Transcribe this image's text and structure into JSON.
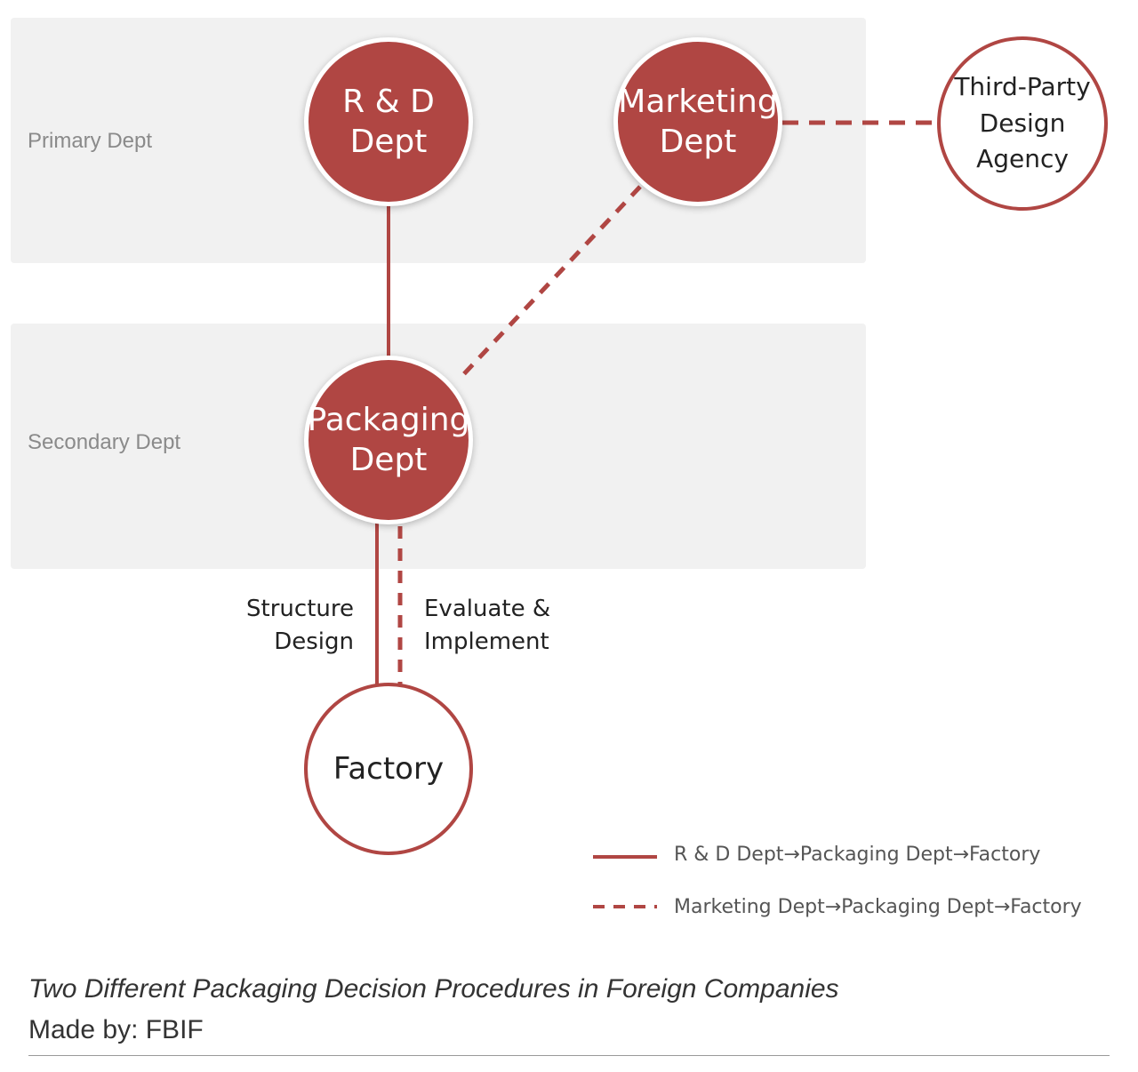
{
  "bands": [
    {
      "label": "Primary Dept"
    },
    {
      "label": "Secondary Dept"
    }
  ],
  "nodes": {
    "rd": "R & D\nDept",
    "marketing": "Marketing\nDept",
    "third_party": "Third-Party\nDesign\nAgency",
    "packaging": "Packaging\nDept",
    "factory": "Factory"
  },
  "edge_labels": {
    "structure": "Structure\nDesign",
    "evaluate": "Evaluate &\nImplement"
  },
  "legend": [
    {
      "style": "solid",
      "label": "R & D Dept→Packaging Dept→Factory"
    },
    {
      "style": "dashed",
      "label": "Marketing Dept→Packaging Dept→Factory"
    }
  ],
  "caption": {
    "title": "Two Different Packaging Decision Procedures in Foreign Companies",
    "credit": "Made by: FBIF"
  },
  "colors": {
    "accent": "#b04643",
    "band": "#f1f1f1"
  }
}
